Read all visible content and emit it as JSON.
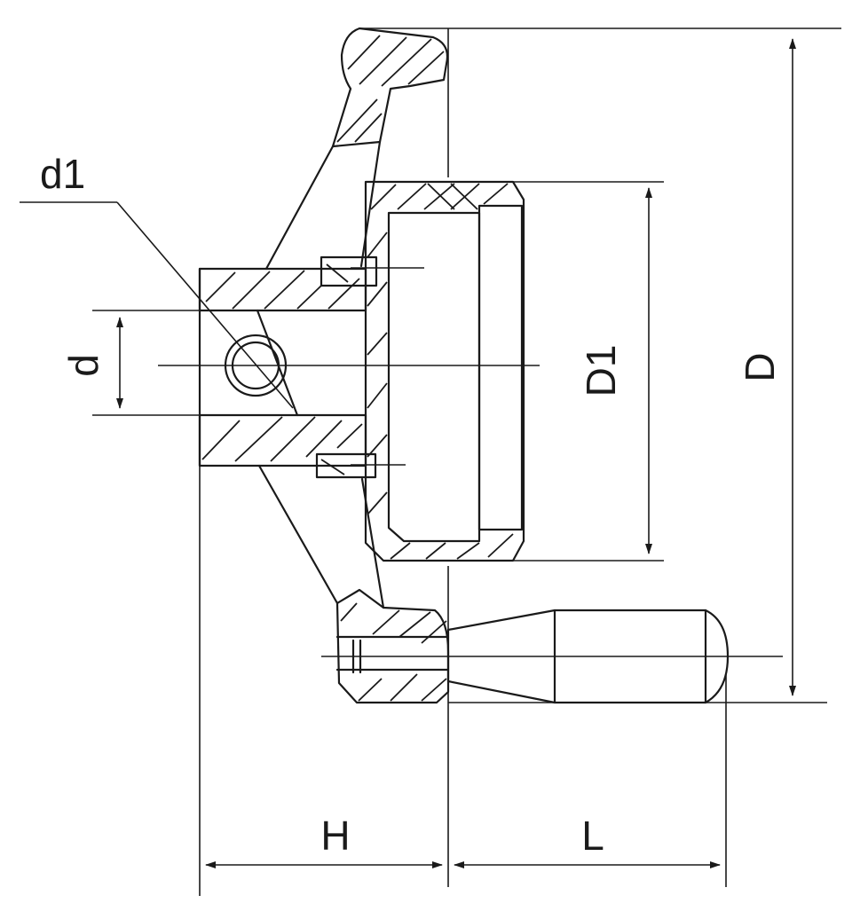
{
  "labels": {
    "d1": "d1",
    "d": "d",
    "D1": "D1",
    "D": "D",
    "H": "H",
    "L": "L"
  },
  "colors": {
    "line": "#1a1a1a",
    "background": "#ffffff"
  }
}
